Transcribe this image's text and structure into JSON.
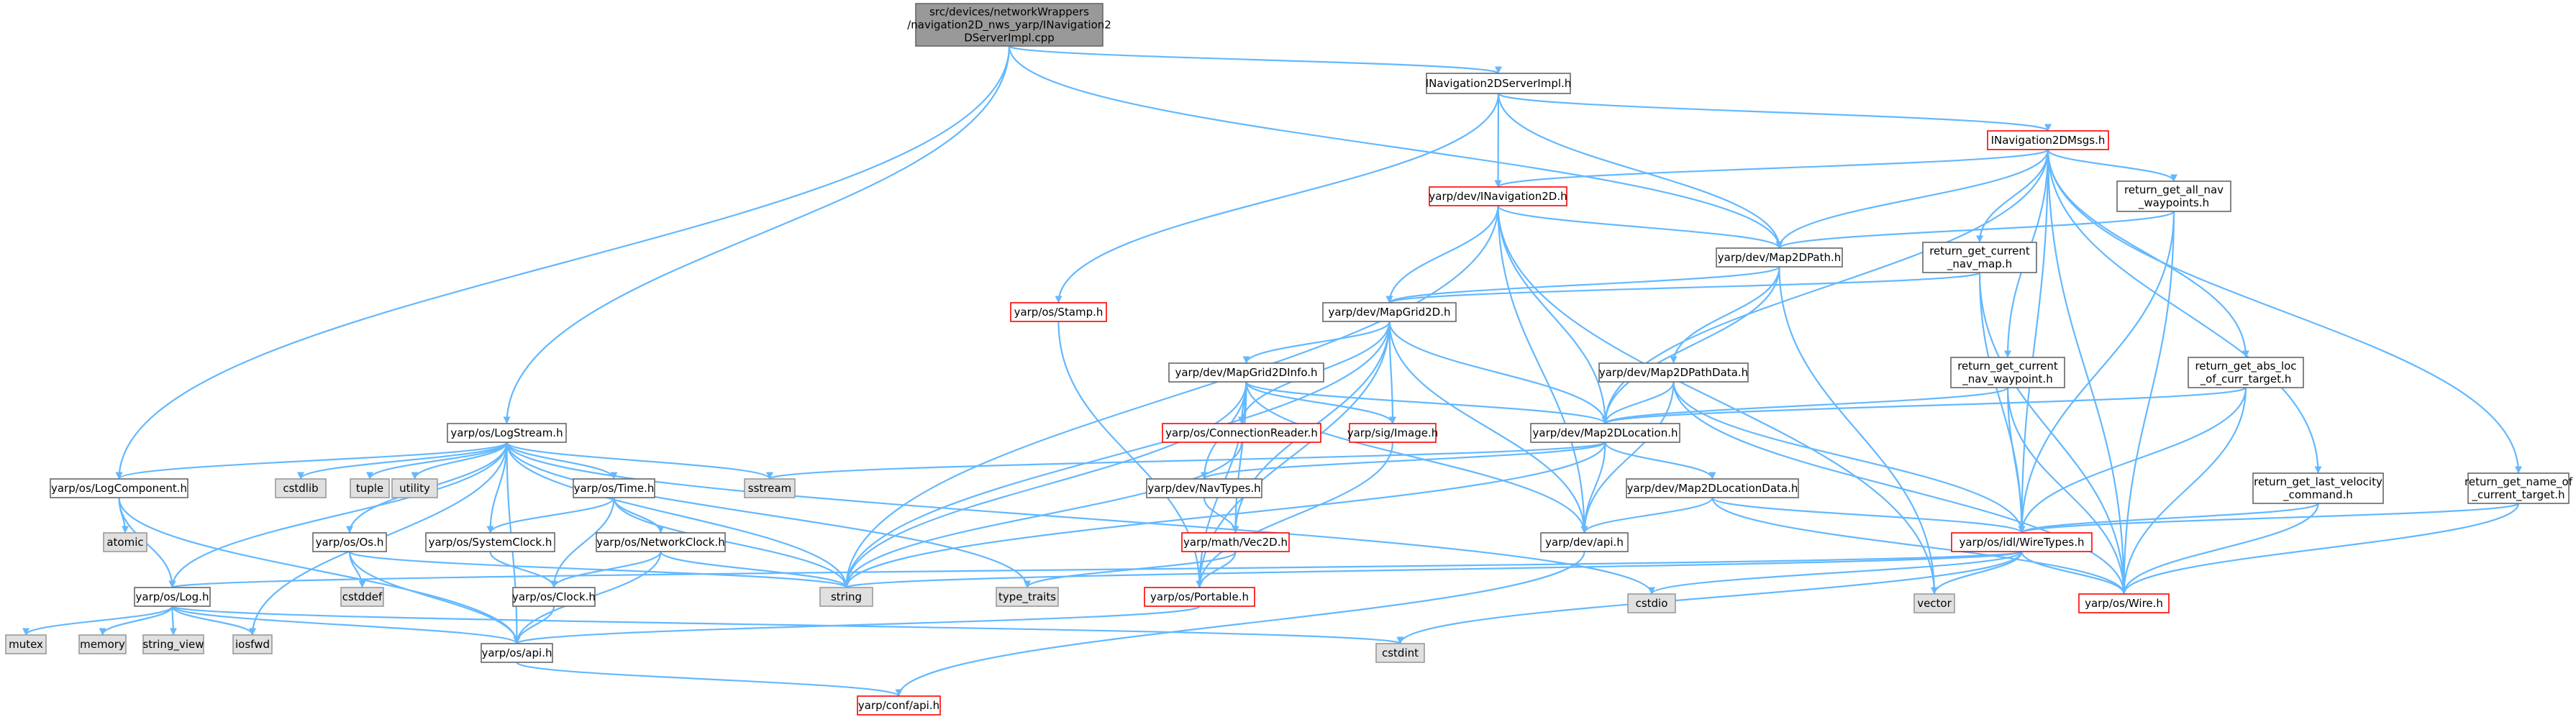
{
  "colors": {
    "edge": "#63B8FF",
    "node_border": "#666666",
    "node_border_red": "#FF0000",
    "node_fill": "#FFFFFF",
    "system_fill": "#E0E0E0",
    "system_border": "#999999",
    "root_fill": "#999999",
    "root_border": "#666666"
  },
  "nodes": [
    {
      "id": "root",
      "style": "root",
      "lines": [
        "src/devices/networkWrappers",
        "/navigation2D_nws_yarp/INavigation2",
        "DServerImpl.cpp"
      ]
    },
    {
      "id": "inav2dserverimpl",
      "style": "normal",
      "lines": [
        "INavigation2DServerImpl.h"
      ]
    },
    {
      "id": "inav2dmsgs",
      "style": "red",
      "lines": [
        "INavigation2DMsgs.h"
      ]
    },
    {
      "id": "yarp_dev_inav2d",
      "style": "red",
      "lines": [
        "yarp/dev/INavigation2D.h"
      ]
    },
    {
      "id": "ret_all_nav_wp",
      "style": "normal",
      "lines": [
        "return_get_all_nav",
        "_waypoints.h"
      ]
    },
    {
      "id": "map2dpath",
      "style": "normal",
      "lines": [
        "yarp/dev/Map2DPath.h"
      ]
    },
    {
      "id": "ret_cur_nav_map",
      "style": "normal",
      "lines": [
        "return_get_current",
        "_nav_map.h"
      ]
    },
    {
      "id": "stamp",
      "style": "red",
      "lines": [
        "yarp/os/Stamp.h"
      ]
    },
    {
      "id": "mapgrid2d",
      "style": "normal",
      "lines": [
        "yarp/dev/MapGrid2D.h"
      ]
    },
    {
      "id": "ret_cur_nav_wp",
      "style": "normal",
      "lines": [
        "return_get_current",
        "_nav_waypoint.h"
      ]
    },
    {
      "id": "ret_abs_loc",
      "style": "normal",
      "lines": [
        "return_get_abs_loc",
        "_of_curr_target.h"
      ]
    },
    {
      "id": "mapgrid2dinfo",
      "style": "normal",
      "lines": [
        "yarp/dev/MapGrid2DInfo.h"
      ]
    },
    {
      "id": "map2dpathdata",
      "style": "normal",
      "lines": [
        "yarp/dev/Map2DPathData.h"
      ]
    },
    {
      "id": "logstream",
      "style": "normal",
      "lines": [
        "yarp/os/LogStream.h"
      ]
    },
    {
      "id": "connreader",
      "style": "red",
      "lines": [
        "yarp/os/ConnectionReader.h"
      ]
    },
    {
      "id": "image",
      "style": "red",
      "lines": [
        "yarp/sig/Image.h"
      ]
    },
    {
      "id": "map2dlocation",
      "style": "normal",
      "lines": [
        "yarp/dev/Map2DLocation.h"
      ]
    },
    {
      "id": "logcomponent",
      "style": "normal",
      "lines": [
        "yarp/os/LogComponent.h"
      ]
    },
    {
      "id": "cstdlib",
      "style": "system",
      "lines": [
        "cstdlib"
      ]
    },
    {
      "id": "tuple",
      "style": "system",
      "lines": [
        "tuple"
      ]
    },
    {
      "id": "utility",
      "style": "system",
      "lines": [
        "utility"
      ]
    },
    {
      "id": "os_time",
      "style": "normal",
      "lines": [
        "yarp/os/Time.h"
      ]
    },
    {
      "id": "sstream",
      "style": "system",
      "lines": [
        "sstream"
      ]
    },
    {
      "id": "navtypes",
      "style": "normal",
      "lines": [
        "yarp/dev/NavTypes.h"
      ]
    },
    {
      "id": "map2dlocdata",
      "style": "normal",
      "lines": [
        "yarp/dev/Map2DLocationData.h"
      ]
    },
    {
      "id": "ret_last_vel",
      "style": "normal",
      "lines": [
        "return_get_last_velocity",
        "_command.h"
      ]
    },
    {
      "id": "ret_name_target",
      "style": "normal",
      "lines": [
        "return_get_name_of",
        "_current_target.h"
      ]
    },
    {
      "id": "atomic",
      "style": "system",
      "lines": [
        "atomic"
      ]
    },
    {
      "id": "os_os",
      "style": "normal",
      "lines": [
        "yarp/os/Os.h"
      ]
    },
    {
      "id": "sysclock",
      "style": "normal",
      "lines": [
        "yarp/os/SystemClock.h"
      ]
    },
    {
      "id": "netclock",
      "style": "normal",
      "lines": [
        "yarp/os/NetworkClock.h"
      ]
    },
    {
      "id": "vec2d",
      "style": "red",
      "lines": [
        "yarp/math/Vec2D.h"
      ]
    },
    {
      "id": "dev_api",
      "style": "normal",
      "lines": [
        "yarp/dev/api.h"
      ]
    },
    {
      "id": "wiretypes",
      "style": "red",
      "lines": [
        "yarp/os/idl/WireTypes.h"
      ]
    },
    {
      "id": "cstddef",
      "style": "system",
      "lines": [
        "cstddef"
      ]
    },
    {
      "id": "os_log",
      "style": "normal",
      "lines": [
        "yarp/os/Log.h"
      ]
    },
    {
      "id": "string",
      "style": "system",
      "lines": [
        "string"
      ]
    },
    {
      "id": "type_traits",
      "style": "system",
      "lines": [
        "type_traits"
      ]
    },
    {
      "id": "portable",
      "style": "red",
      "lines": [
        "yarp/os/Portable.h"
      ]
    },
    {
      "id": "cstdio",
      "style": "system",
      "lines": [
        "cstdio"
      ]
    },
    {
      "id": "vector",
      "style": "system",
      "lines": [
        "vector"
      ]
    },
    {
      "id": "wire",
      "style": "red",
      "lines": [
        "yarp/os/Wire.h"
      ]
    },
    {
      "id": "os_clock",
      "style": "normal",
      "lines": [
        "yarp/os/Clock.h"
      ]
    },
    {
      "id": "mutex",
      "style": "system",
      "lines": [
        "mutex"
      ]
    },
    {
      "id": "memory",
      "style": "system",
      "lines": [
        "memory"
      ]
    },
    {
      "id": "string_view",
      "style": "system",
      "lines": [
        "string_view"
      ]
    },
    {
      "id": "iosfwd",
      "style": "system",
      "lines": [
        "iosfwd"
      ]
    },
    {
      "id": "os_api",
      "style": "normal",
      "lines": [
        "yarp/os/api.h"
      ]
    },
    {
      "id": "cstdint",
      "style": "system",
      "lines": [
        "cstdint"
      ]
    },
    {
      "id": "conf_api",
      "style": "red",
      "lines": [
        "yarp/conf/api.h"
      ]
    }
  ],
  "edges": [
    [
      "root",
      "inav2dserverimpl"
    ],
    [
      "root",
      "map2dpath"
    ],
    [
      "root",
      "logstream"
    ],
    [
      "root",
      "logcomponent"
    ],
    [
      "inav2dserverimpl",
      "inav2dmsgs"
    ],
    [
      "inav2dserverimpl",
      "yarp_dev_inav2d"
    ],
    [
      "inav2dserverimpl",
      "stamp"
    ],
    [
      "inav2dserverimpl",
      "map2dpath"
    ],
    [
      "inav2dmsgs",
      "yarp_dev_inav2d"
    ],
    [
      "inav2dmsgs",
      "ret_all_nav_wp"
    ],
    [
      "inav2dmsgs",
      "map2dpath"
    ],
    [
      "inav2dmsgs",
      "ret_cur_nav_map"
    ],
    [
      "inav2dmsgs",
      "ret_cur_nav_wp"
    ],
    [
      "inav2dmsgs",
      "ret_abs_loc"
    ],
    [
      "inav2dmsgs",
      "ret_last_vel"
    ],
    [
      "inav2dmsgs",
      "ret_name_target"
    ],
    [
      "inav2dmsgs",
      "map2dlocation"
    ],
    [
      "inav2dmsgs",
      "wiretypes"
    ],
    [
      "inav2dmsgs",
      "wire"
    ],
    [
      "yarp_dev_inav2d",
      "map2dpath"
    ],
    [
      "yarp_dev_inav2d",
      "mapgrid2d"
    ],
    [
      "yarp_dev_inav2d",
      "map2dlocation"
    ],
    [
      "yarp_dev_inav2d",
      "dev_api"
    ],
    [
      "yarp_dev_inav2d",
      "string"
    ],
    [
      "yarp_dev_inav2d",
      "vector"
    ],
    [
      "ret_all_nav_wp",
      "map2dpath"
    ],
    [
      "ret_all_nav_wp",
      "wiretypes"
    ],
    [
      "ret_all_nav_wp",
      "wire"
    ],
    [
      "map2dpath",
      "mapgrid2d"
    ],
    [
      "map2dpath",
      "map2dpathdata"
    ],
    [
      "map2dpath",
      "map2dlocation"
    ],
    [
      "map2dpath",
      "vector"
    ],
    [
      "ret_cur_nav_map",
      "mapgrid2d"
    ],
    [
      "ret_cur_nav_map",
      "wiretypes"
    ],
    [
      "ret_cur_nav_map",
      "wire"
    ],
    [
      "stamp",
      "portable"
    ],
    [
      "mapgrid2d",
      "mapgrid2dinfo"
    ],
    [
      "mapgrid2d",
      "connreader"
    ],
    [
      "mapgrid2d",
      "image"
    ],
    [
      "mapgrid2d",
      "map2dlocation"
    ],
    [
      "mapgrid2d",
      "dev_api"
    ],
    [
      "mapgrid2d",
      "string"
    ],
    [
      "mapgrid2d",
      "vec2d"
    ],
    [
      "mapgrid2d",
      "portable"
    ],
    [
      "ret_cur_nav_wp",
      "map2dlocation"
    ],
    [
      "ret_cur_nav_wp",
      "wiretypes"
    ],
    [
      "ret_cur_nav_wp",
      "wire"
    ],
    [
      "ret_abs_loc",
      "map2dlocation"
    ],
    [
      "ret_abs_loc",
      "wiretypes"
    ],
    [
      "ret_abs_loc",
      "wire"
    ],
    [
      "mapgrid2dinfo",
      "connreader"
    ],
    [
      "mapgrid2dinfo",
      "image"
    ],
    [
      "mapgrid2dinfo",
      "map2dlocation"
    ],
    [
      "mapgrid2dinfo",
      "navtypes"
    ],
    [
      "mapgrid2dinfo",
      "vec2d"
    ],
    [
      "mapgrid2dinfo",
      "dev_api"
    ],
    [
      "mapgrid2dinfo",
      "string"
    ],
    [
      "mapgrid2dinfo",
      "portable"
    ],
    [
      "map2dpathdata",
      "map2dlocation"
    ],
    [
      "map2dpathdata",
      "wiretypes"
    ],
    [
      "map2dpathdata",
      "wire"
    ],
    [
      "map2dpathdata",
      "dev_api"
    ],
    [
      "logstream",
      "logcomponent"
    ],
    [
      "logstream",
      "cstdlib"
    ],
    [
      "logstream",
      "tuple"
    ],
    [
      "logstream",
      "utility"
    ],
    [
      "logstream",
      "os_time"
    ],
    [
      "logstream",
      "sstream"
    ],
    [
      "logstream",
      "os_os"
    ],
    [
      "logstream",
      "sysclock"
    ],
    [
      "logstream",
      "os_log"
    ],
    [
      "logstream",
      "string"
    ],
    [
      "logstream",
      "type_traits"
    ],
    [
      "logstream",
      "iosfwd"
    ],
    [
      "logstream",
      "os_api"
    ],
    [
      "logstream",
      "cstdio"
    ],
    [
      "connreader",
      "string"
    ],
    [
      "image",
      "portable"
    ],
    [
      "map2dlocation",
      "navtypes"
    ],
    [
      "map2dlocation",
      "map2dlocdata"
    ],
    [
      "map2dlocation",
      "dev_api"
    ],
    [
      "map2dlocation",
      "sstream"
    ],
    [
      "map2dlocation",
      "string"
    ],
    [
      "logcomponent",
      "atomic"
    ],
    [
      "logcomponent",
      "os_log"
    ],
    [
      "logcomponent",
      "os_api"
    ],
    [
      "os_time",
      "sysclock"
    ],
    [
      "os_time",
      "netclock"
    ],
    [
      "os_time",
      "os_clock"
    ],
    [
      "os_time",
      "string"
    ],
    [
      "navtypes",
      "vec2d"
    ],
    [
      "map2dlocdata",
      "dev_api"
    ],
    [
      "map2dlocdata",
      "wiretypes"
    ],
    [
      "map2dlocdata",
      "wire"
    ],
    [
      "ret_last_vel",
      "wiretypes"
    ],
    [
      "ret_last_vel",
      "wire"
    ],
    [
      "ret_name_target",
      "wiretypes"
    ],
    [
      "ret_name_target",
      "wire"
    ],
    [
      "os_os",
      "cstddef"
    ],
    [
      "os_os",
      "os_api"
    ],
    [
      "os_os",
      "string"
    ],
    [
      "sysclock",
      "os_clock"
    ],
    [
      "netclock",
      "os_clock"
    ],
    [
      "netclock",
      "os_api"
    ],
    [
      "netclock",
      "string"
    ],
    [
      "vec2d",
      "portable"
    ],
    [
      "vec2d",
      "type_traits"
    ],
    [
      "dev_api",
      "conf_api"
    ],
    [
      "wiretypes",
      "string"
    ],
    [
      "wiretypes",
      "cstdio"
    ],
    [
      "wiretypes",
      "vector"
    ],
    [
      "wiretypes",
      "wire"
    ],
    [
      "wiretypes",
      "cstdint"
    ],
    [
      "wiretypes",
      "os_log"
    ],
    [
      "os_log",
      "mutex"
    ],
    [
      "os_log",
      "memory"
    ],
    [
      "os_log",
      "string_view"
    ],
    [
      "os_log",
      "iosfwd"
    ],
    [
      "os_log",
      "os_api"
    ],
    [
      "os_log",
      "cstdint"
    ],
    [
      "portable",
      "os_api"
    ],
    [
      "os_clock",
      "os_api"
    ],
    [
      "os_api",
      "conf_api"
    ]
  ]
}
